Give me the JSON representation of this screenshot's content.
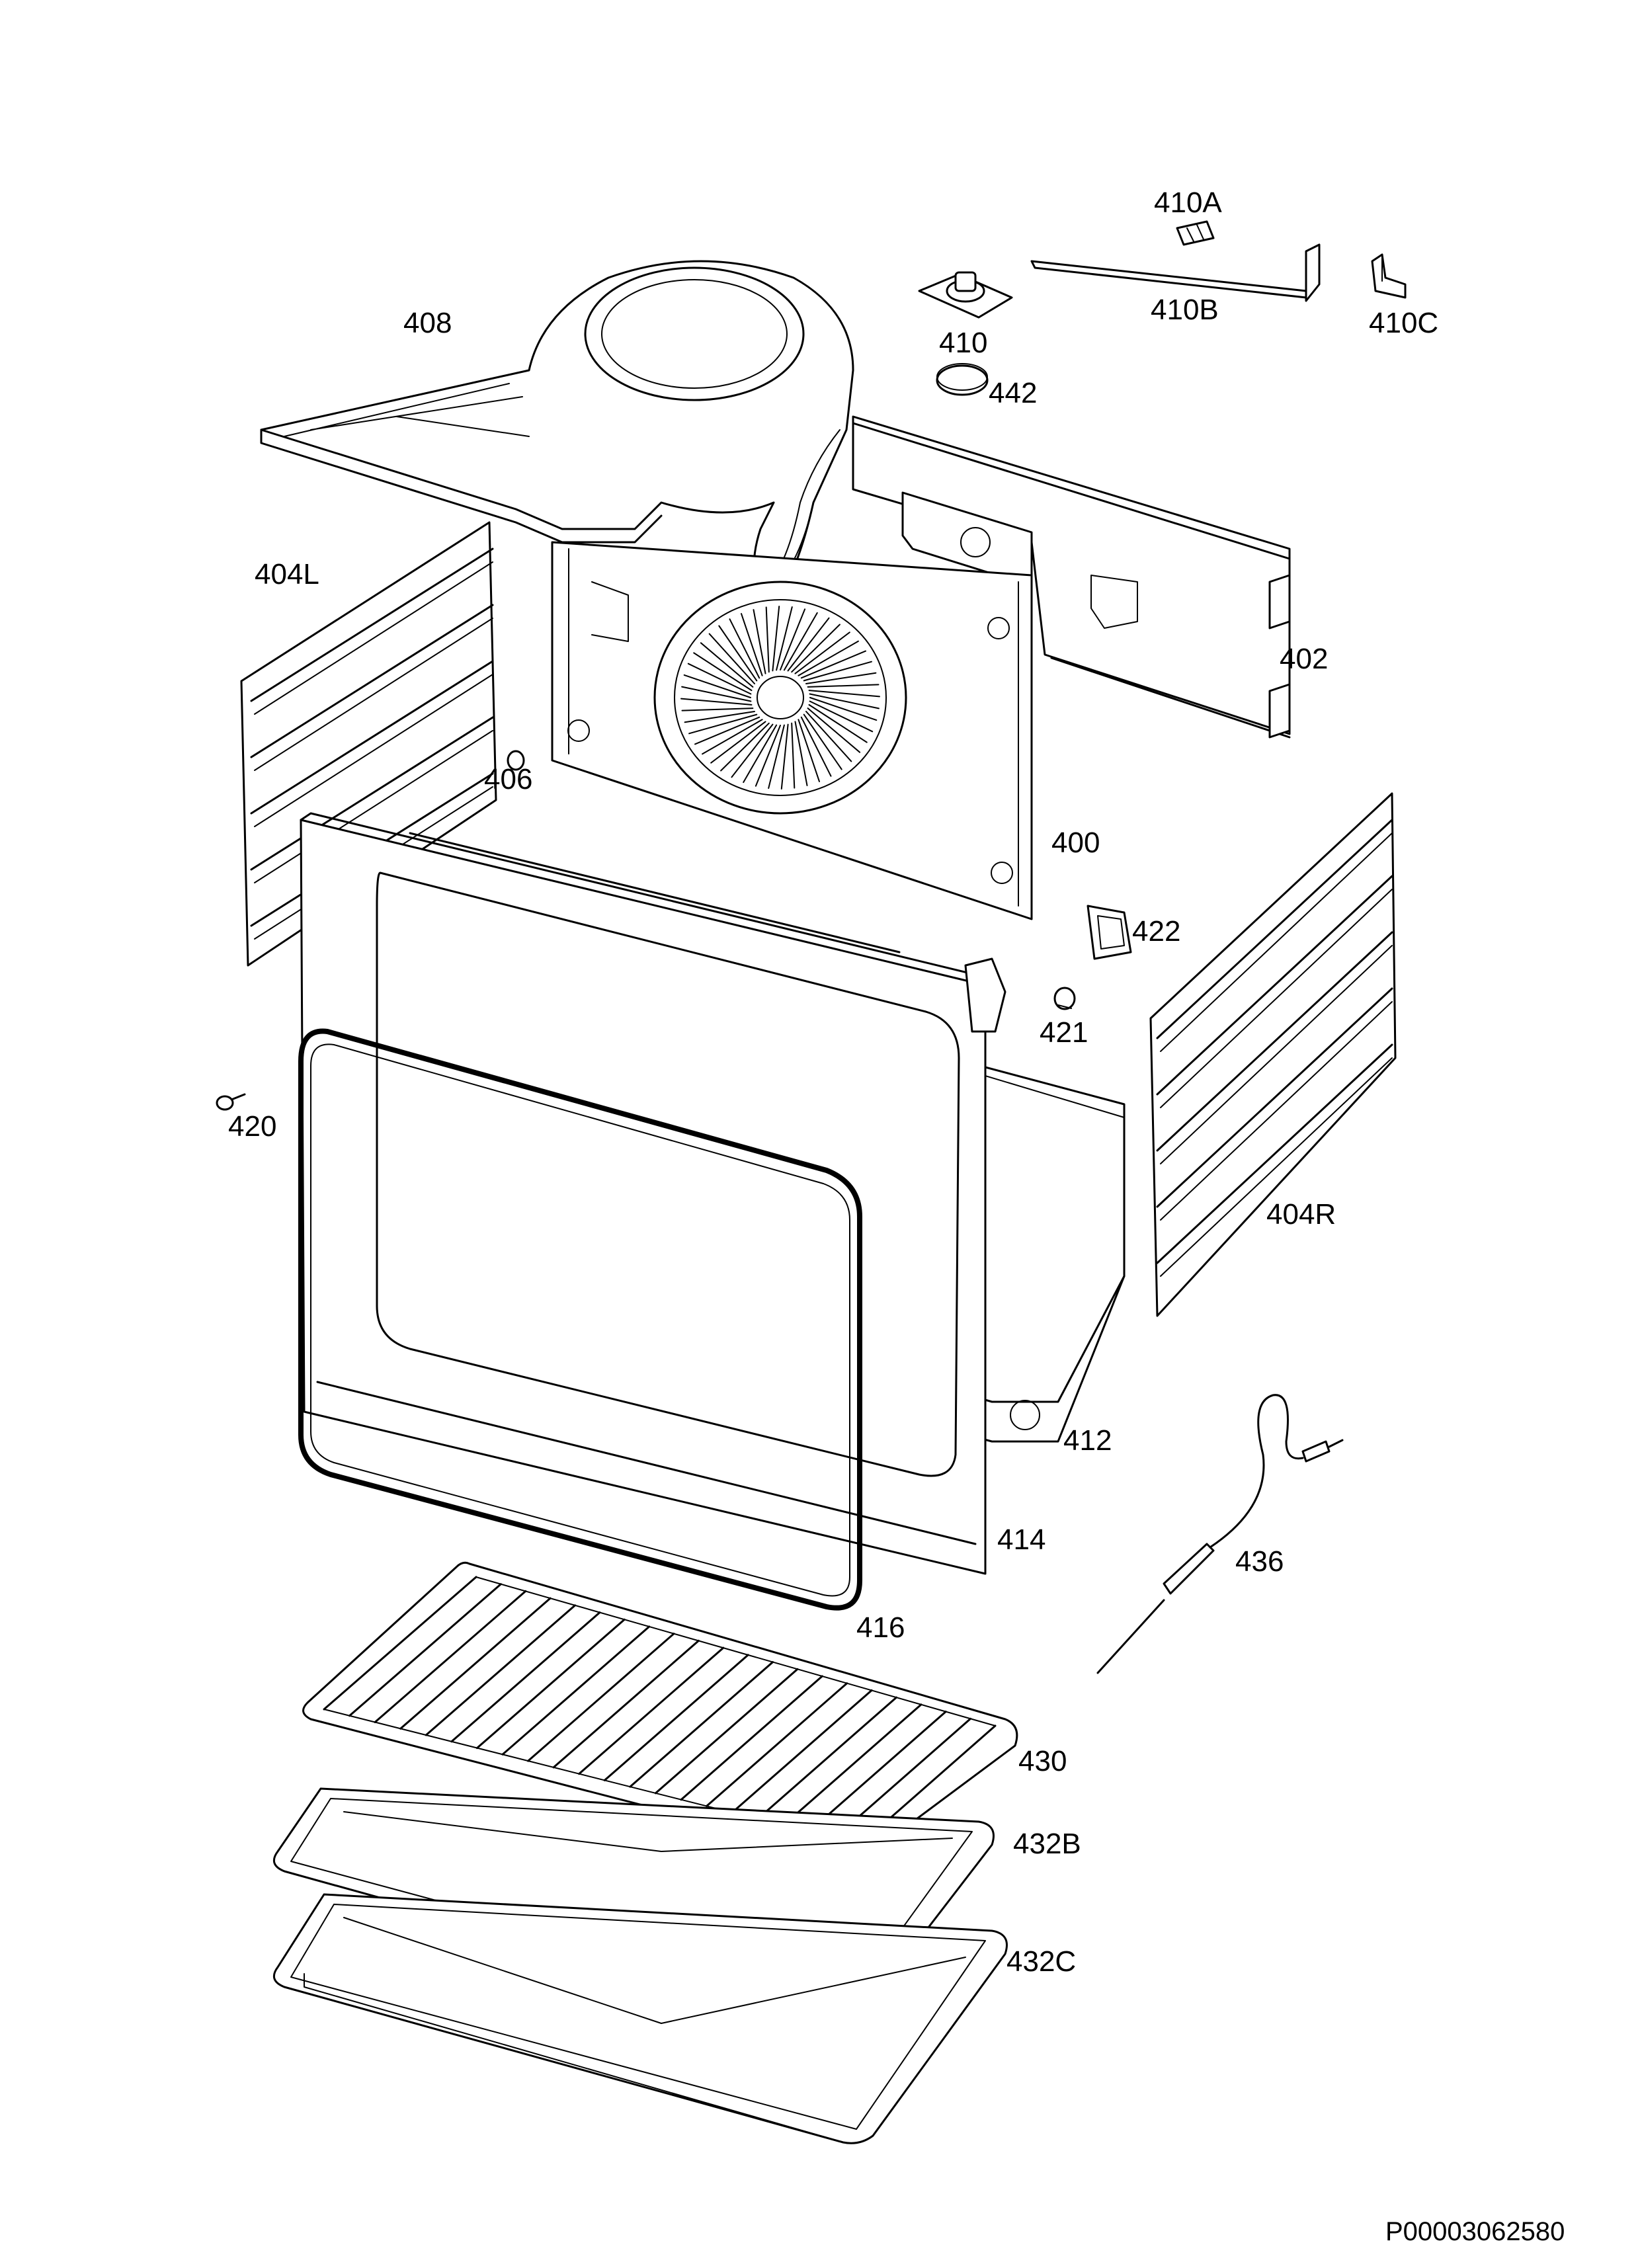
{
  "diagram": {
    "reference_code": "P00003062580",
    "parts": {
      "p400": "400",
      "p402": "402",
      "p404L": "404L",
      "p404R": "404R",
      "p406": "406",
      "p408": "408",
      "p410": "410",
      "p410A": "410A",
      "p410B": "410B",
      "p410C": "410C",
      "p412": "412",
      "p414": "414",
      "p416": "416",
      "p420": "420",
      "p421": "421",
      "p422": "422",
      "p430": "430",
      "p432B": "432B",
      "p432C": "432C",
      "p436": "436",
      "p442": "442"
    }
  }
}
